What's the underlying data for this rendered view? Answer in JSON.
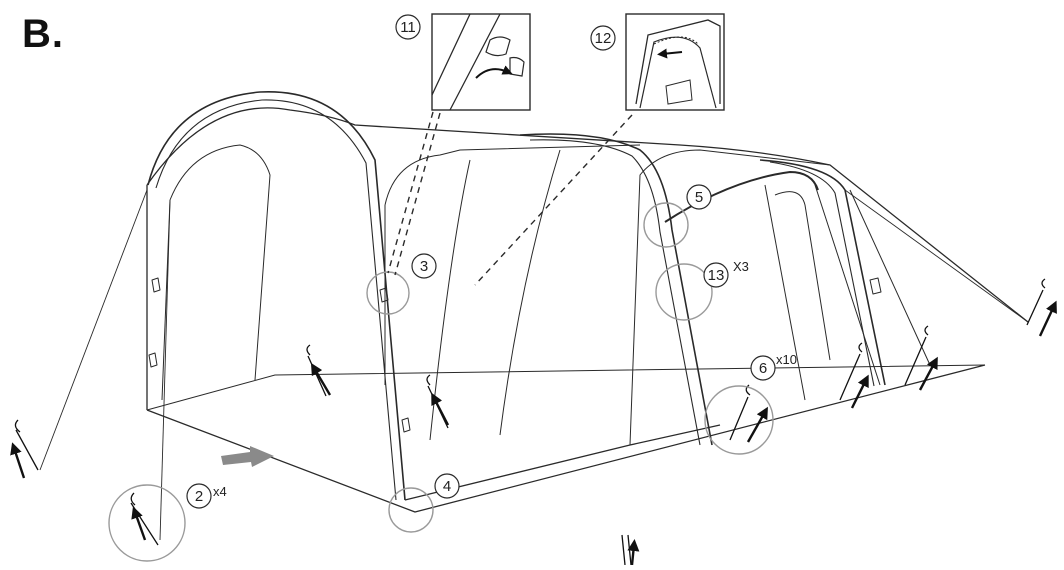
{
  "step_label": "B.",
  "callouts": [
    {
      "id": "2",
      "multiplier": "x4"
    },
    {
      "id": "3",
      "multiplier": ""
    },
    {
      "id": "4",
      "multiplier": ""
    },
    {
      "id": "5",
      "multiplier": ""
    },
    {
      "id": "6",
      "multiplier": "x10"
    },
    {
      "id": "11",
      "multiplier": ""
    },
    {
      "id": "12",
      "multiplier": ""
    },
    {
      "id": "13",
      "multiplier": "X3"
    }
  ],
  "colors": {
    "line": "#2a2a2a",
    "highlight_circle": "#9a9a9a",
    "direction_arrow": "#8a8a8a"
  }
}
